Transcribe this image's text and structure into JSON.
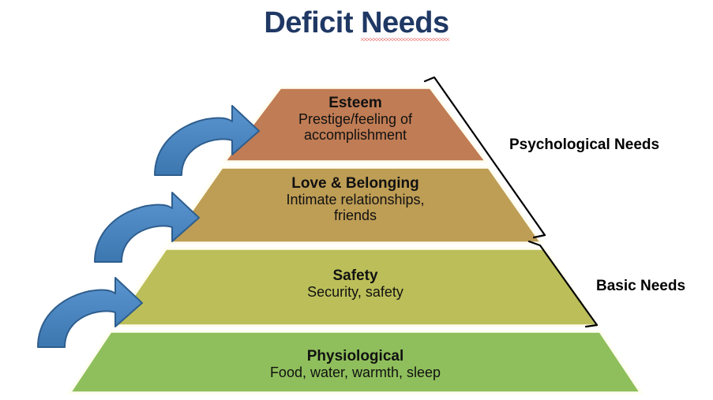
{
  "title": {
    "text_before": "Deficit ",
    "text_misspelled": "Needs",
    "color": "#1F3864",
    "spellcheck_underline_color": "#E03A3A"
  },
  "diagram": {
    "type": "pyramid",
    "name": "maslow-hierarchy-of-needs-deficit",
    "tiers": [
      {
        "id": "esteem",
        "level": 4,
        "position": "top",
        "title": "Esteem",
        "description": "Prestige/feeling of accomplishment",
        "description_line1": "Prestige/feeling of",
        "description_line2": "accomplishment",
        "color": "#C07C54",
        "group": "Psychological Needs"
      },
      {
        "id": "love-belonging",
        "level": 3,
        "position": "second",
        "title": "Love & Belonging",
        "description": "Intimate relationships, friends",
        "description_line1": "Intimate relationships,",
        "description_line2": "friends",
        "color": "#BE9D55",
        "group": "Psychological Needs"
      },
      {
        "id": "safety",
        "level": 2,
        "position": "third",
        "title": "Safety",
        "description": "Security, safety",
        "description_line1": "Security, safety",
        "description_line2": "",
        "color": "#BCBF59",
        "group": "Basic Needs"
      },
      {
        "id": "physiological",
        "level": 1,
        "position": "bottom",
        "title": "Physiological",
        "description": "Food, water, warmth,  sleep",
        "description_line1": "Food, water, warmth,  sleep",
        "description_line2": "",
        "color": "#8FBF5C",
        "group": "Basic Needs"
      }
    ],
    "divider_color": "#FFFDF0",
    "group_brackets": [
      {
        "id": "psychological",
        "label": "Psychological Needs",
        "spans_tiers": [
          "esteem",
          "love-belonging"
        ],
        "color": "#000000"
      },
      {
        "id": "basic",
        "label": "Basic Needs",
        "spans_tiers": [
          "safety",
          "physiological"
        ],
        "color": "#000000"
      }
    ],
    "arrows": {
      "count": 3,
      "name": "ascending-curved-arrow",
      "direction": "up-right",
      "fill_color": "#4A86C5",
      "stroke_color": "#2E5E8E"
    }
  }
}
